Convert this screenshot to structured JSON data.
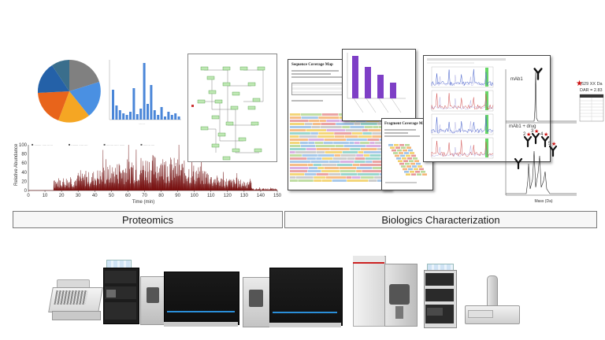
{
  "sections": {
    "proteomics_label": "Proteomics",
    "biologics_label": "Biologics Characterization"
  },
  "chromatogram": {
    "xlabel": "Time (min)",
    "ylabel": "Relative Abundance",
    "x_ticks": [
      "0",
      "10",
      "20",
      "30",
      "40",
      "50",
      "60",
      "70",
      "80",
      "90",
      "100",
      "110",
      "120",
      "130",
      "140",
      "150"
    ],
    "y_ticks": [
      "0",
      "20",
      "40",
      "60",
      "80",
      "100"
    ],
    "color": "#8b1010"
  },
  "panels": {
    "sequence_map_title": "Sequence Coverage Map",
    "fragment_map_title": "Fragment Coverage Map"
  },
  "mass_spec": {
    "mab_label": "mAb1",
    "mab_drug_label": "mAb1 + drug",
    "mass_text": "629 XX Da",
    "dar_text": "DAR = 2.83",
    "x_axis_label": "Mass (Da)",
    "peak_labels": [
      "2",
      "3",
      "4",
      "5"
    ]
  },
  "colors": {
    "pie": [
      "#7f7f7f",
      "#4a90e2",
      "#f5a623",
      "#e8641b",
      "#2461a8",
      "#3a6e8c"
    ],
    "bar_blue": "#4a86d8",
    "bar_purple": "#7e3fc6",
    "accent_red": "#cc1111"
  }
}
